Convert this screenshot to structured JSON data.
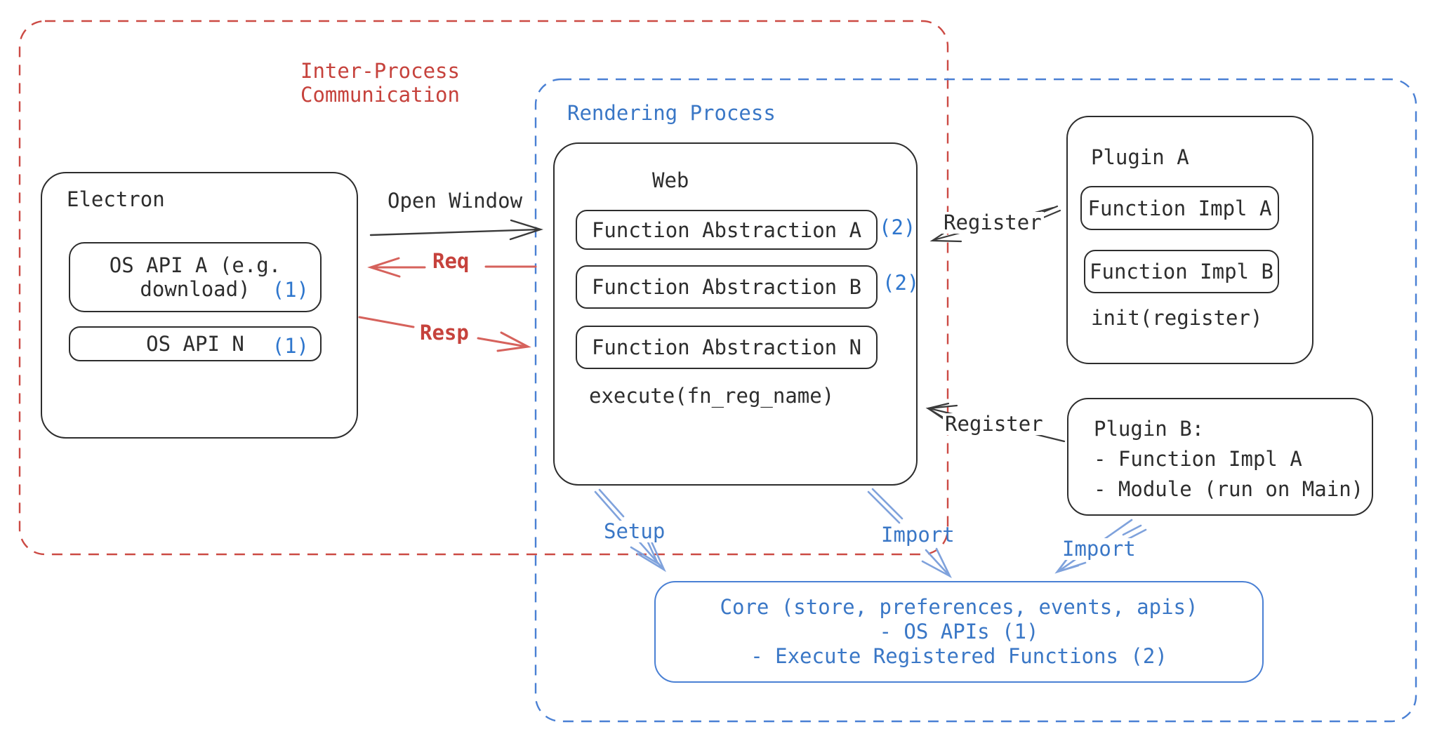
{
  "colors": {
    "red": "#c6423c",
    "red-dash": "#cc4a44",
    "red-arrow": "#d6625c",
    "blue": "#3a77c6",
    "blue-badge": "#2e76cd",
    "blue-dash": "#4a80d4",
    "blue-arrow": "#7fa2dc",
    "ink": "#2d2d2d",
    "ink-line": "#3a3a3a",
    "bg": "#ffffff"
  },
  "ipc_region": {
    "title_line1": "Inter-Process",
    "title_line2": "Communication"
  },
  "rendering_region": {
    "title": "Rendering Process"
  },
  "electron": {
    "title": "Electron",
    "api_a_line1": "OS API A (e.g.",
    "api_a_line2": "download)",
    "api_a_badge": "(1)",
    "api_n_label": "OS API N",
    "api_n_badge": "(1)"
  },
  "web": {
    "title": "Web",
    "abstraction_a": "Function Abstraction A",
    "abstraction_a_badge": "(2)",
    "abstraction_b": "Function Abstraction B",
    "abstraction_b_badge": "(2)",
    "abstraction_n": "Function Abstraction N",
    "execute_label": "execute(fn_reg_name)"
  },
  "plugin_a": {
    "title": "Plugin A",
    "impl_a": "Function Impl A",
    "impl_b": "Function Impl B",
    "init_label": "init(register)"
  },
  "plugin_b": {
    "title": "Plugin B:",
    "item_1": "- Function Impl A",
    "item_2": "- Module (run on Main)"
  },
  "core": {
    "line1": "Core (store, preferences, events, apis)",
    "line2": "- OS APIs (1)",
    "line3": "- Execute Registered Functions (2)"
  },
  "edges": {
    "open_window": "Open Window",
    "req": "Req",
    "resp": "Resp",
    "register_top": "Register",
    "register_bottom": "Register",
    "setup": "Setup",
    "import_web": "Import",
    "import_plugin_b": "Import"
  }
}
